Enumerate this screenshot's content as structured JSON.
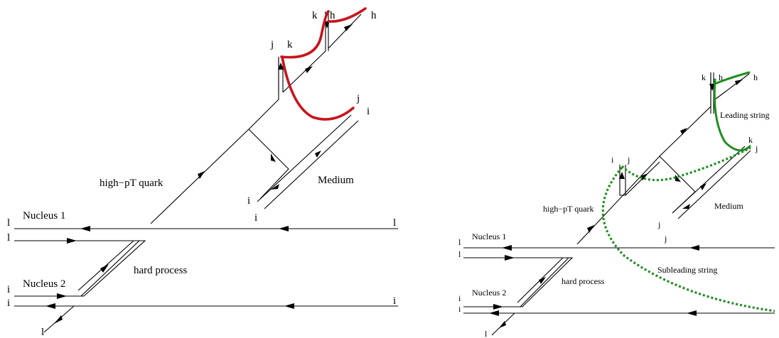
{
  "left_panel": {
    "nucleus1": "Nucleus 1",
    "nucleus2": "Nucleus 2",
    "hard_process": "hard process",
    "high_pt_quark": "high−pT quark",
    "medium": "Medium",
    "colors": {
      "l": "l",
      "i": "i",
      "j": "j",
      "k": "k",
      "h": "h"
    },
    "string_color": "#c8141c"
  },
  "right_panel": {
    "nucleus1": "Nucleus 1",
    "nucleus2": "Nucleus 2",
    "hard_process": "hard process",
    "high_pt_quark": "high−pT quark",
    "medium": "Medium",
    "leading_string": "Leading string",
    "subleading_string": "Subleading string",
    "colors": {
      "l": "l",
      "i": "i",
      "j": "j",
      "k": "k",
      "h": "h"
    },
    "string_color": "#1f8e1f"
  }
}
